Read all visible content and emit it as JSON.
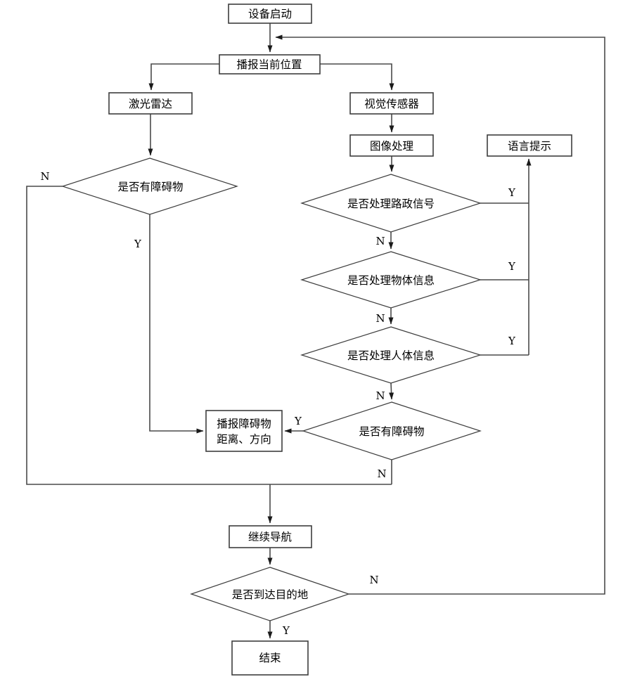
{
  "diagram": {
    "type": "flowchart",
    "description": "Navigation device obstacle-detection flowchart",
    "nodes": {
      "start": "设备启动",
      "announce_position": "播报当前位置",
      "lidar": "激光雷达",
      "vision_sensor": "视觉传感器",
      "image_processing": "图像处理",
      "voice_prompt": "语言提示",
      "announce_obstacle_line1": "播报障碍物",
      "announce_obstacle_line2": "距离、方向",
      "continue_nav": "继续导航",
      "end": "结束",
      "has_obstacle_left": "是否有障碍物",
      "road_signal": "是否处理路政信号",
      "object_info": "是否处理物体信息",
      "human_info": "是否处理人体信息",
      "has_obstacle_right": "是否有障碍物",
      "reach_destination": "是否到达目的地"
    },
    "branch_labels": {
      "yes": "Y",
      "no": "N"
    },
    "colors": {
      "line": "#4a4a4a",
      "node_border": "#3d3d3d",
      "node_fill": "#ffffff",
      "text": "#000000",
      "background": "#ffffff"
    }
  }
}
